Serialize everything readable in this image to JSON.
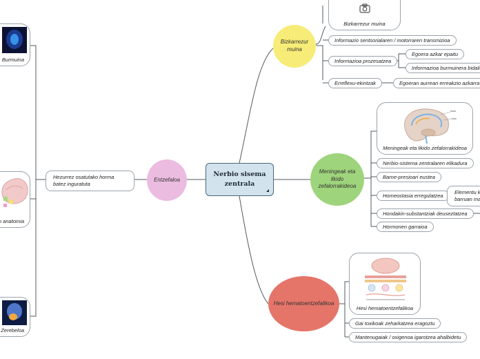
{
  "central": {
    "title": "Nerbio sisema zentrala"
  },
  "branches": {
    "bizkarrezur": {
      "title": "Bizkarrezur muina",
      "image_caption": "Bizkarrezur muina",
      "image_icon": "camera-icon",
      "items": [
        {
          "label": "Informazio sentsorialaren / motorraren transmizioa"
        },
        {
          "label": "Informazioa prozesatzea",
          "children": [
            "Egoera azkar epaitu",
            "Informazioa burmuinera bidali"
          ]
        },
        {
          "label": "Erreflexu-ekintzak",
          "children": [
            "Egoeran aurrean erreakzio azkarra eskaini"
          ]
        }
      ]
    },
    "meningeak": {
      "title": "Meningeak eta likido zefalorrakideoa",
      "image_caption": "Meningeak eta likido zefalorrakideoa",
      "items": [
        {
          "label": "Nerbio-sistema zentralaren elikadura"
        },
        {
          "label": "Barne-presioari eustea"
        },
        {
          "label": "Homeostasia erregulatzea",
          "children": [
            "Elementu kimikoak barruan mantentzea"
          ]
        },
        {
          "label": "Hondakin-substantziak deuseztatzea",
          "children": [
            ""
          ]
        },
        {
          "label": "Hormonen garraioa"
        }
      ]
    },
    "hesi": {
      "title": "Hesi hematoentzefalikoa",
      "image_caption": "Hesi hematoentzefalikoa",
      "items": [
        {
          "label": "Gai toxikoak zeharkatzea eragoztu"
        },
        {
          "label": "Mantenugaiak / oxigenoa igarotzea ahalbidetu"
        }
      ]
    },
    "entzefaloa": {
      "title": "Entzefaloa",
      "items": [
        {
          "label": "Hezurrez osatutako horma batez inguratuta"
        }
      ],
      "left_cards": [
        {
          "caption": "Burmuina"
        },
        {
          "caption": "Entzefaloaren anatomia"
        },
        {
          "caption": "Zerebeloa"
        }
      ]
    }
  },
  "colors": {
    "central_fill": "#d3e3ee",
    "central_border": "#4b6475",
    "bizkarrezur": "#f7ec77",
    "meningeak": "#9ed47b",
    "hesi": "#e57569",
    "entzefaloa": "#ebbcdf",
    "connector": "#525a61"
  }
}
